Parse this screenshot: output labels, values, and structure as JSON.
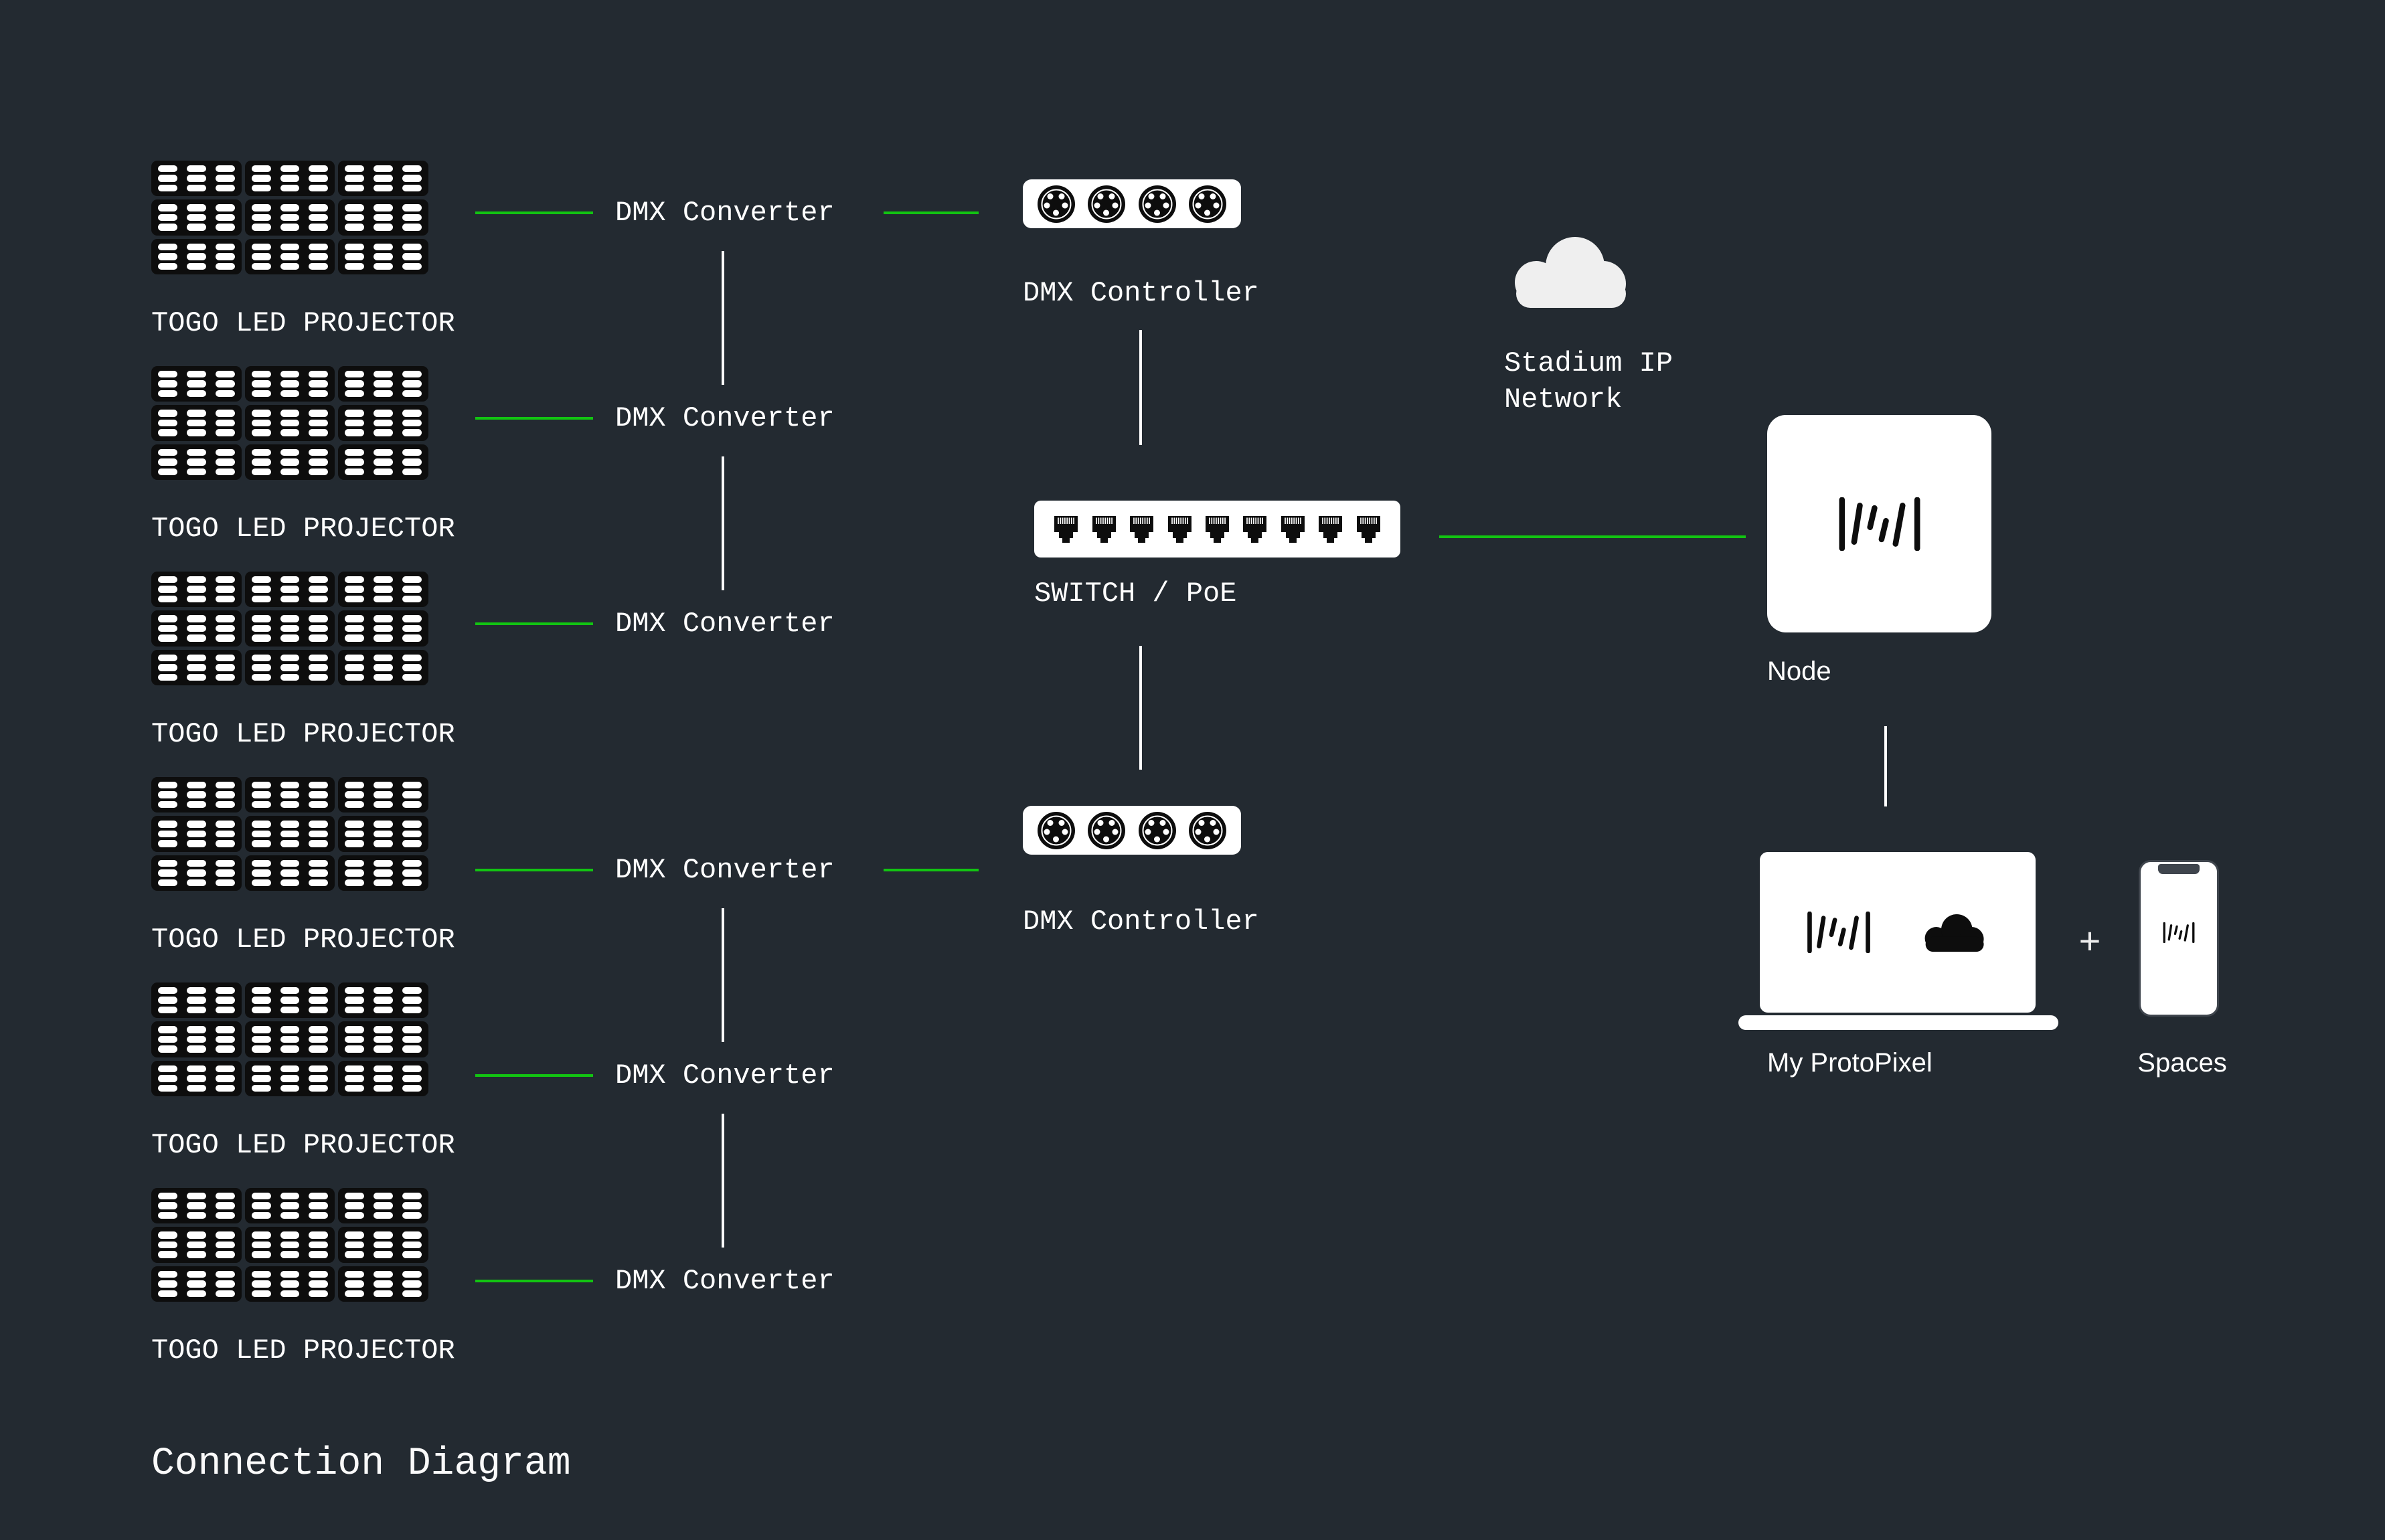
{
  "title": "Connection Diagram",
  "projectors": [
    {
      "label": "TOGO LED PROJECTOR"
    },
    {
      "label": "TOGO LED PROJECTOR"
    },
    {
      "label": "TOGO LED PROJECTOR"
    },
    {
      "label": "TOGO LED PROJECTOR"
    },
    {
      "label": "TOGO LED PROJECTOR"
    },
    {
      "label": "TOGO LED PROJECTOR"
    }
  ],
  "converters": [
    {
      "label": "DMX Converter"
    },
    {
      "label": "DMX Converter"
    },
    {
      "label": "DMX Converter"
    },
    {
      "label": "DMX Converter"
    },
    {
      "label": "DMX Converter"
    },
    {
      "label": "DMX Converter"
    }
  ],
  "controllers": [
    {
      "label": "DMX Controller"
    },
    {
      "label": "DMX Controller"
    }
  ],
  "switch": {
    "label": "SWITCH / PoE",
    "ports": 9
  },
  "cloud": {
    "label_line1": "Stadium IP",
    "label_line2": "Network"
  },
  "node": {
    "label": "Node"
  },
  "laptop": {
    "label": "My ProtoPixel"
  },
  "plus": "+",
  "phone": {
    "label": "Spaces"
  },
  "counts": {
    "projector_modules": 9,
    "pills_per_module": 9,
    "xlr_per_controller": 4
  },
  "colors": {
    "background": "#232a31",
    "cable_green": "#12c412",
    "cable_white": "#ffffff",
    "device_white": "#ffffff",
    "icon_black": "#0d0d0d",
    "cloud_gray": "#efefef"
  }
}
